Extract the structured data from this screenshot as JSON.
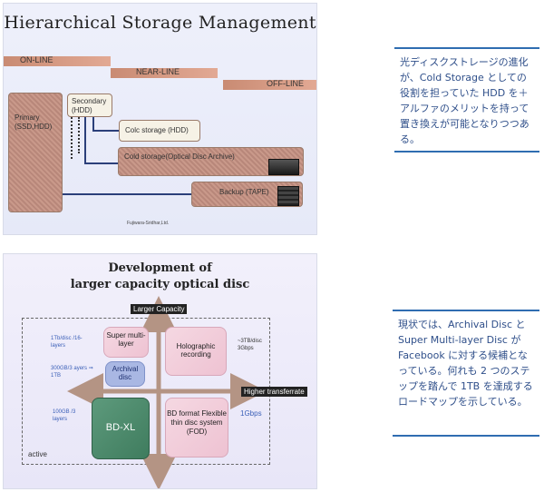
{
  "slide1": {
    "title": "Hierarchical Storage Management",
    "bands": {
      "online": "ON-LINE",
      "nearline": "NEAR-LINE",
      "offline": "OFF-LINE"
    },
    "tiers": {
      "primary": "Primary (SSD,HDD)",
      "secondary": "Secondary (HDD)",
      "cold_hdd": "Colc storage (HDD)",
      "cold_optical": "Cold storage(Optical Disc Archive)",
      "backup": "Backup (TAPE)"
    },
    "credit": "Fujiwara-Sridhar,Ltd."
  },
  "textbox1": {
    "text": "光ディスクストレージの進化が、Cold Storage としての役割を担っていた HDD を＋アルファのメリットを持って置き換えが可能となりつつある。"
  },
  "slide2": {
    "title_line1": "Development of",
    "title_line2": "larger capacity optical disc",
    "axis_y": "Larger Capacity",
    "axis_x": "Higher transferrate",
    "quadrants": {
      "super_multi": "Super multi-layer",
      "archival": "Archival disc",
      "holographic": "Holographic recording",
      "bdxl": "BD-XL",
      "fod": "BD format Flexible thin disc system (FOD)"
    },
    "side_labels": {
      "tb_16": "1Tb/disc /16-layers",
      "gb300": "300GB/3 ayers ⇒ 1TB",
      "gb100": "100GB /3 layers",
      "tb3": "~3TB/disc 3Gbps",
      "gbps1": "1Gbps"
    },
    "active": "active"
  },
  "textbox2": {
    "text": "現状では、Archival Disc と Super Multi-layer Disc が Facebook に対する候補となっている。何れも 2 つのステップを踏んで 1TB を達成するロードマップを示している。"
  },
  "colors": {
    "accent_blue": "#2f6db1",
    "band": "#d79a84",
    "brown_tier": "#c2917f"
  }
}
